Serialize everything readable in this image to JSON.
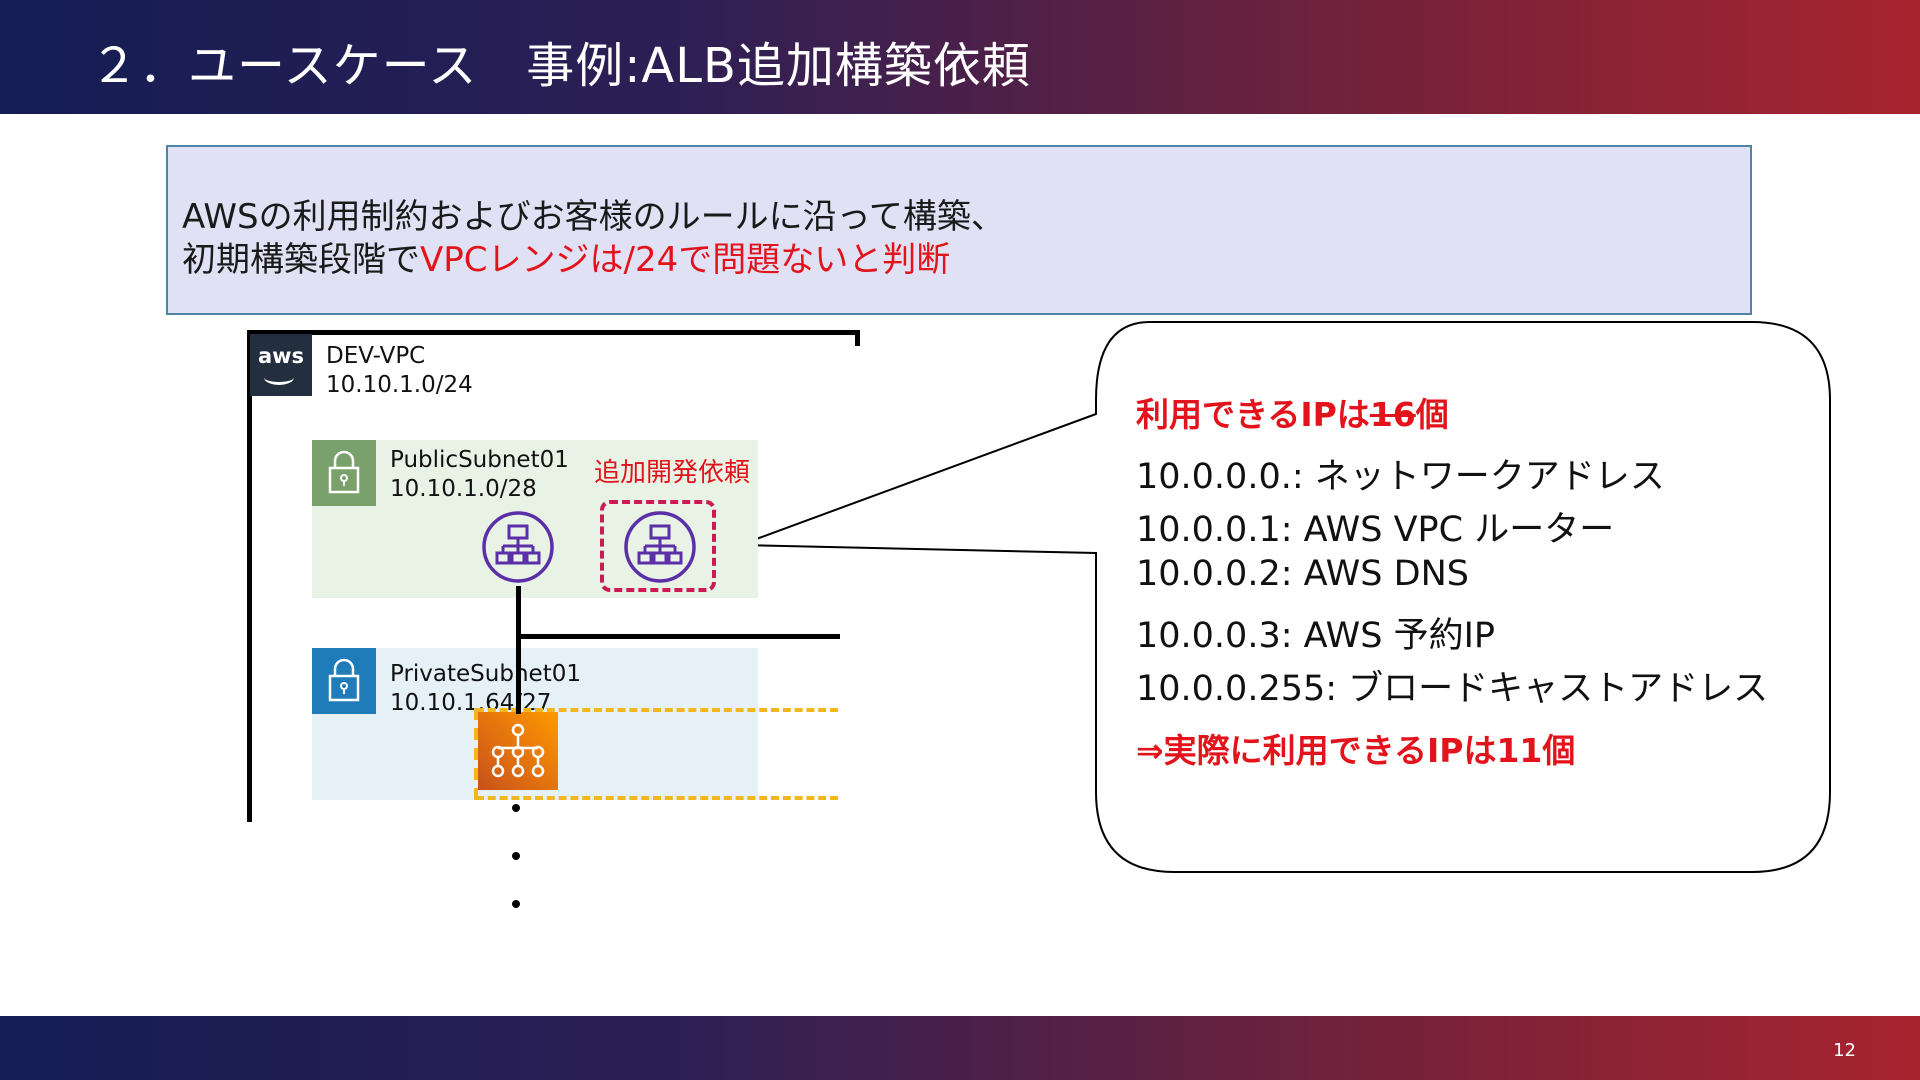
{
  "header": {
    "title": "２．ユースケース　事例:ALB追加構築依頼"
  },
  "intro": {
    "line1": "AWSの利用制約およびお客様のルールに沿って構築、",
    "line2_prefix": "初期構築段階で",
    "line2_highlight": "VPCレンジは/24で問題ないと判断"
  },
  "diagram": {
    "aws_logo_text": "aws",
    "vpc": {
      "name": "DEV-VPC",
      "cidr": "10.10.1.0/24"
    },
    "public_subnet": {
      "name": "PublicSubnet01",
      "cidr": "10.10.1.0/28"
    },
    "private_subnet": {
      "name": "PrivateSubnet01",
      "cidr": "10.10.1.64/27"
    },
    "add_request_label": "追加開発依頼",
    "continuation_dots": [
      "•",
      "•",
      "•"
    ],
    "icons": [
      "aws-logo-icon",
      "lock-icon",
      "load-balancer-icon",
      "auto-scaling-icon"
    ]
  },
  "callout": {
    "title_prefix": "利用できるIPは",
    "title_struck": "16",
    "title_suffix": "個",
    "items": [
      "10.0.0.0.: ネットワークアドレス",
      "10.0.0.1: AWS VPC ルーター",
      "10.0.0.2: AWS DNS",
      "10.0.0.3: AWS 予約IP",
      "10.0.0.255: ブロードキャストアドレス"
    ],
    "conclusion": "⇒実際に利用できるIPは11個"
  },
  "footer": {
    "page_number": "12"
  },
  "colors": {
    "header_gradient_start": "#141d54",
    "header_gradient_end": "#a8242f",
    "accent_red": "#e3131b",
    "intro_bg": "#e0e1f4",
    "public_subnet_bg": "#e9f3e5",
    "private_subnet_bg": "#e5f0f7",
    "alb_purple": "#5a2fa8",
    "autoscale_orange": "#ff9900",
    "dashed_yellow": "#f2b71e",
    "dashed_pink": "#cc1a55"
  }
}
